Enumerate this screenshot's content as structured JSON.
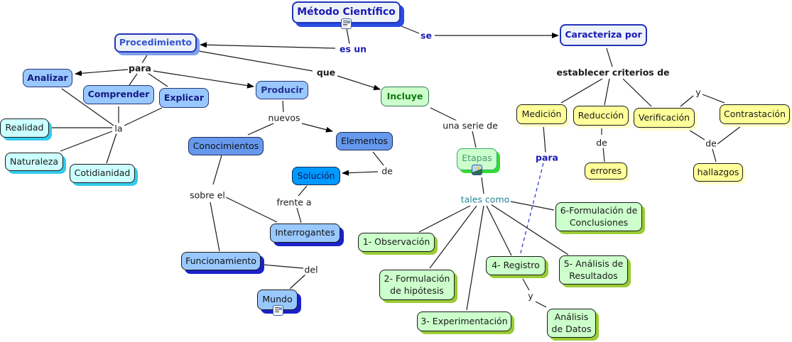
{
  "title": "Método Científico",
  "nodes": {
    "metodo": "Método Científico",
    "procedimiento": "Procedimiento",
    "caracteriza": "Caracteriza por",
    "analizar": "Analizar",
    "comprender": "Comprender",
    "explicar": "Explicar",
    "producir": "Producir",
    "incluye": "Incluye",
    "realidad": "Realidad",
    "naturaleza": "Naturaleza",
    "cotidianidad": "Cotidianidad",
    "conocimientos": "Conocimientos",
    "elementos": "Elementos",
    "solucion": "Solución",
    "interrogantes": "Interrogantes",
    "funcionamiento": "Funcionamiento",
    "mundo": "Mundo",
    "etapas": "Etapas",
    "observacion": "1- Observación",
    "hipotesis": "2- Formulación\nde hipótesis",
    "experimentacion": "3- Experimentación",
    "registro": "4- Registro",
    "analisis_resultados": "5- Análisis de\nResultados",
    "conclusiones": "6-Formulación de\nConclusiones",
    "analisis_datos": "Análisis\nde Datos",
    "medicion": "Medición",
    "reduccion": "Reducción",
    "verificacion": "Verificación",
    "contrastacion": "Contrastación",
    "errores": "errores",
    "hallazgos": "hallazgos"
  },
  "link_labels": {
    "es_un": "es un",
    "se": "se",
    "para": "para",
    "que": "que",
    "la": "la",
    "nuevos": "nuevos",
    "de_elem": "de",
    "frente_a": "frente a",
    "sobre_el": "sobre el",
    "del": "del",
    "una_serie_de": "una serie de",
    "tales_como": "tales como",
    "y_registro": "y",
    "establecer": "establecer criterios de",
    "para_medicion": "para",
    "de_reduccion": "de",
    "y_verif": "y",
    "de_verif": "de"
  },
  "colors": {
    "title_blue": "#1a1ab4",
    "link_blue": "#1a1ab4",
    "teal": "#228899",
    "dashed_line": "#2233bb"
  }
}
